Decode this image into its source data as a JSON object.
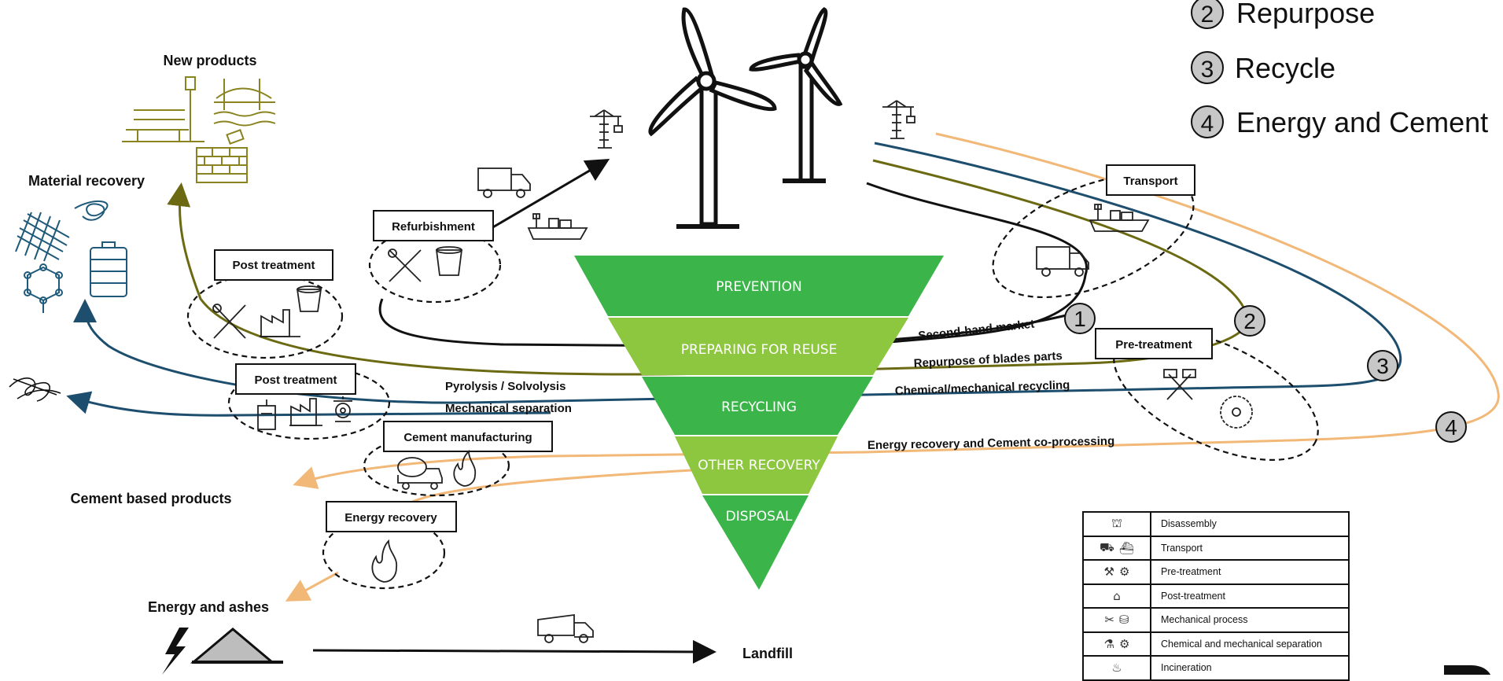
{
  "legend_top": [
    {
      "num": "2",
      "label": "Repurpose"
    },
    {
      "num": "3",
      "label": "Recycle"
    },
    {
      "num": "4",
      "label": "Energy and Cement"
    }
  ],
  "hierarchy": [
    "PREVENTION",
    "PREPARING FOR REUSE",
    "RECYCLING",
    "OTHER RECOVERY",
    "DISPOSAL"
  ],
  "stage_boxes": {
    "refurbishment": "Refurbishment",
    "post_treatment_upper": "Post treatment",
    "post_treatment_lower": "Post treatment",
    "cement_manufacturing": "Cement manufacturing",
    "energy_recovery": "Energy recovery",
    "transport": "Transport",
    "pre_treatment": "Pre-treatment"
  },
  "route_labels": {
    "second_hand": "Second-hand market",
    "repurpose_blades": "Repurpose of blades parts",
    "chem_mech": "Chemical/mechanical recycling",
    "energy_cement": "Energy recovery and Cement co-processing",
    "pyrolysis": "Pyrolysis / Solvolysis",
    "mech_sep": "Mechanical separation"
  },
  "route_numbers": [
    "1",
    "2",
    "3",
    "4"
  ],
  "outcomes": {
    "new_products": "New products",
    "material_recovery": "Material recovery",
    "cement_products": "Cement based products",
    "energy_ashes": "Energy and ashes",
    "landfill": "Landfill"
  },
  "icon_legend": [
    {
      "icons": [
        "crane-icon"
      ],
      "label": "Disassembly"
    },
    {
      "icons": [
        "truck-icon",
        "ship-icon"
      ],
      "label": "Transport"
    },
    {
      "icons": [
        "hammers-icon",
        "saw-blade-icon"
      ],
      "label": "Pre-treatment"
    },
    {
      "icons": [
        "factory-icon"
      ],
      "label": "Post-treatment"
    },
    {
      "icons": [
        "tools-icon",
        "bucket-icon"
      ],
      "label": "Mechanical process"
    },
    {
      "icons": [
        "lab-icon",
        "gear-icon"
      ],
      "label": "Chemical and mechanical separation"
    },
    {
      "icons": [
        "flame-icon"
      ],
      "label": "Incineration"
    }
  ],
  "colors": {
    "reuse_route": "#111111",
    "repurpose_route": "#6b6a12",
    "recycle_route": "#1d4e6e",
    "energy_route": "#f2b877",
    "green_dark": "#3bb54a",
    "green_light": "#8dc63f",
    "olive_icons": "#8a8420",
    "blue_icons": "#1f5a7a"
  }
}
